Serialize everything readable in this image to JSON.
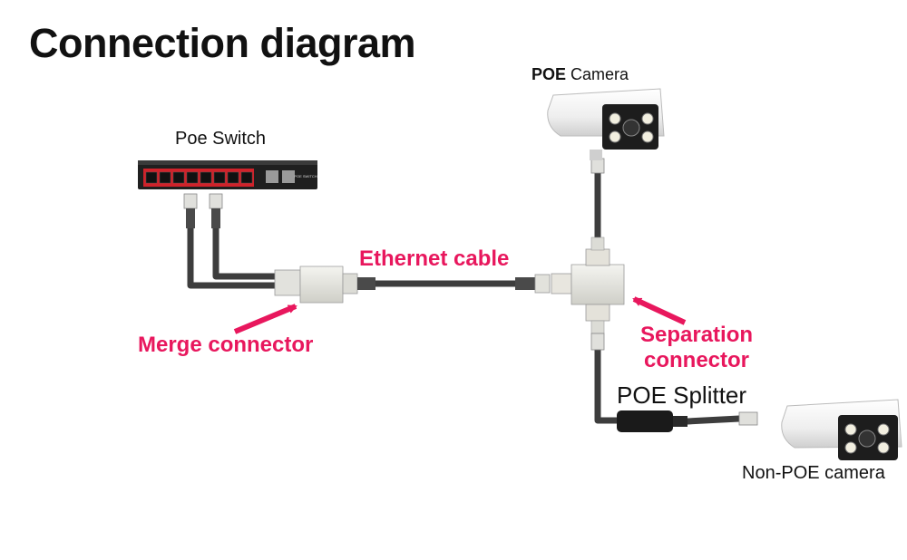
{
  "title": "Connection diagram",
  "labels": {
    "poe_camera_bold": "POE",
    "poe_camera_rest": "Camera",
    "poe_switch": "Poe Switch",
    "switch_badge": "POE SWITCH",
    "ethernet_cable": "Ethernet cable",
    "merge_connector": "Merge connector",
    "separation_connector_line1": "Separation",
    "separation_connector_line2": "connector",
    "poe_splitter": "POE Splitter",
    "non_poe_camera": "Non-POE camera"
  },
  "colors": {
    "accent_red": "#e8175d",
    "cable": "#3d3d3d",
    "connector": "#e6e6e2"
  }
}
